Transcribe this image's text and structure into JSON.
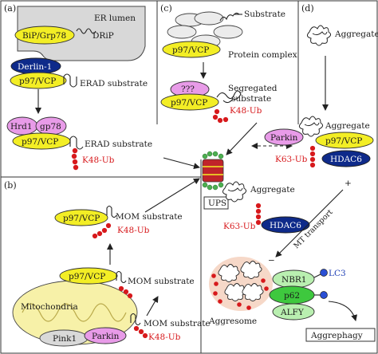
{
  "panels": {
    "a": "(a)",
    "b": "(b)",
    "c": "(c)",
    "d": "(d)"
  },
  "panel_a": {
    "er_lumen": "ER lumen",
    "bip": "BiP/Grp78",
    "drip": "DRiP",
    "derlin": "Derlin-1",
    "p97": "p97/VCP",
    "erad1": "ERAD substrate",
    "hrd1": "Hrd1",
    "gp78": "gp78",
    "p97b": "p97/VCP",
    "erad2": "ERAD substrate",
    "k48": "K48-Ub"
  },
  "panel_b": {
    "p97_top": "p97/VCP",
    "mom1": "MOM substrate",
    "k48_1": "K48-Ub",
    "p97_mid": "p97/VCP",
    "mom2": "MOM substrate",
    "mito": "Mitochondria",
    "mom3": "MOM substrate",
    "k48_2": "K48-Ub",
    "parkin": "Parkin",
    "pink1": "Pink1"
  },
  "panel_c": {
    "substrate": "Substrate",
    "p97": "p97/VCP",
    "complex": "Protein complex",
    "qqq": "???",
    "p97b": "p97/VCP",
    "segregated1": "Segregated",
    "segregated2": "substrate",
    "k48": "K48-Ub"
  },
  "panel_d": {
    "aggregate1": "Aggregate",
    "aggregate2": "Aggregate",
    "parkin": "Parkin",
    "p97": "p97/VCP",
    "k63_1": "K63-Ub",
    "hdac6_1": "HDAC6",
    "aggregate3": "Aggregate",
    "k63_2": "K63-Ub",
    "hdac6_2": "HDAC6",
    "mt": "MT transport",
    "plus": "+",
    "minus": "−",
    "nbr1": "NBR1",
    "lc3": "LC3",
    "p62": "p62",
    "alfy": "ALFY",
    "aggresome": "Aggresome",
    "aggrephagy": "Aggrephagy"
  },
  "center": {
    "ups": "UPS"
  },
  "colors": {
    "yellow": "#f3ee25",
    "pink": "#e89be8",
    "navy": "#0e2a8a",
    "red": "#d7191c",
    "light_green": "#b9efb0",
    "green": "#3ec83e"
  }
}
